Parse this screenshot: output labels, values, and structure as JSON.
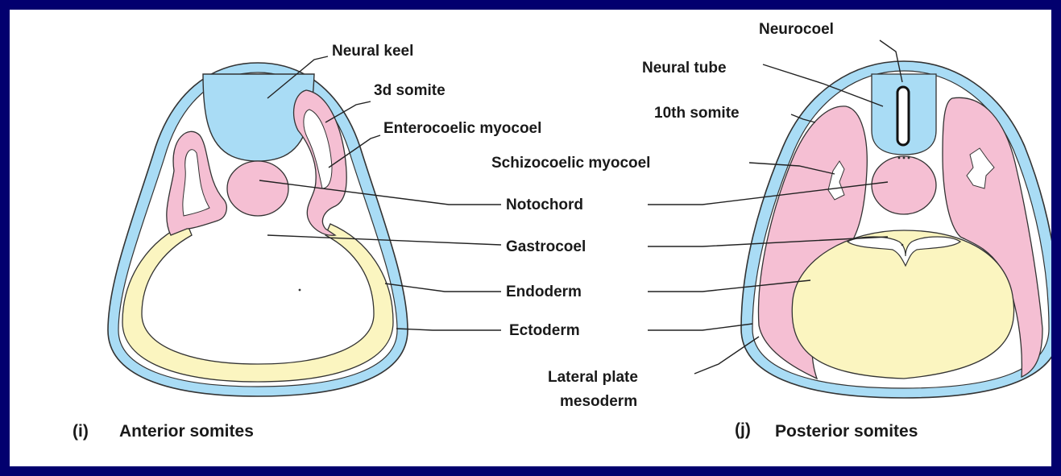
{
  "colors": {
    "background_border": "#02006e",
    "ectoderm": "#a9dcf5",
    "neural_tissue": "#a9dcf5",
    "mesoderm": "#f5bfd3",
    "endoderm": "#fbf5c0",
    "cavity": "#ffffff"
  },
  "panels": [
    {
      "letter": "(i)",
      "caption": "Anterior somites"
    },
    {
      "letter": "(j)",
      "caption": "Posterior somites"
    }
  ],
  "labels": {
    "neural_keel": "Neural keel",
    "third_somite": "3d somite",
    "enterocoelic_myocoel": "Enterocoelic myocoel",
    "neurocoel": "Neurocoel",
    "neural_tube": "Neural tube",
    "tenth_somite": "10th somite",
    "schizocoelic_myocoel": "Schizocoelic myocoel",
    "notochord": "Notochord",
    "gastrocoel": "Gastrocoel",
    "endoderm": "Endoderm",
    "ectoderm": "Ectoderm",
    "lateral_plate_line1": "Lateral plate",
    "lateral_plate_line2": "mesoderm"
  }
}
